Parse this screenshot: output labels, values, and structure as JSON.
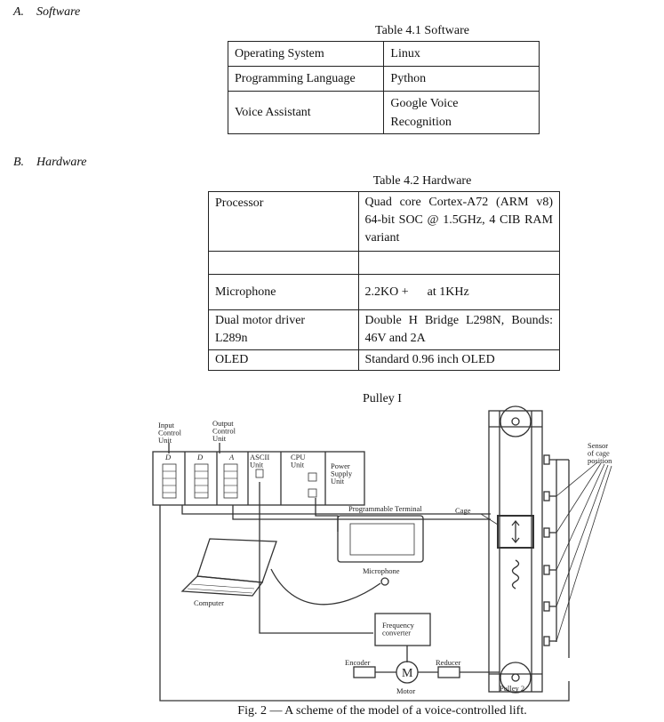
{
  "sections": {
    "a": {
      "letter": "A.",
      "title": "Software"
    },
    "b": {
      "letter": "B.",
      "title": "Hardware"
    }
  },
  "table1": {
    "caption": "Table 4.1 Software",
    "rows": [
      {
        "k": "Operating System",
        "v": "Linux"
      },
      {
        "k": "Programming Language",
        "v": "Python"
      },
      {
        "k": "Voice Assistant",
        "v": "Google Voice Recognition"
      }
    ]
  },
  "table2": {
    "caption": "Table 4.2 Hardware",
    "rows": [
      {
        "k": "Processor",
        "v": "Quad core Cortex-A72 (ARM v8) 64-bit SOC @ 1.5GHz, 4 CIB RAM variant"
      },
      {
        "k": "",
        "v": ""
      },
      {
        "k": "Microphone",
        "v": "2.2KO +      at 1KHz"
      },
      {
        "k": "Dual motor driver L289n",
        "v": "Double H Bridge L298N, Bounds: 46V and 2A"
      },
      {
        "k": "OLED",
        "v": "Standard 0.96 inch OLED"
      }
    ]
  },
  "figure": {
    "top_label": "Pulley I",
    "caption": "Fig. 2 — A scheme of the model of a voice-controlled lift.",
    "labels": {
      "input_unit": "Input Control Unit",
      "output_unit": "Output Control Unit",
      "d1": "D",
      "d2": "D",
      "a": "A",
      "ascii": "ASCII Unit",
      "cpu": "CPU Unit",
      "power": "Power Supply Unit",
      "terminal": "Programmable Terminal",
      "cage": "Cage",
      "sensor": "Sensor of cage position",
      "microphone": "Microphone",
      "computer": "Computer",
      "freq": "Frequency converter",
      "encoder": "Encoder",
      "reducer": "Reducer",
      "motor": "Motor",
      "motor_symbol": "M",
      "pulley2": "Pulley 2"
    }
  }
}
